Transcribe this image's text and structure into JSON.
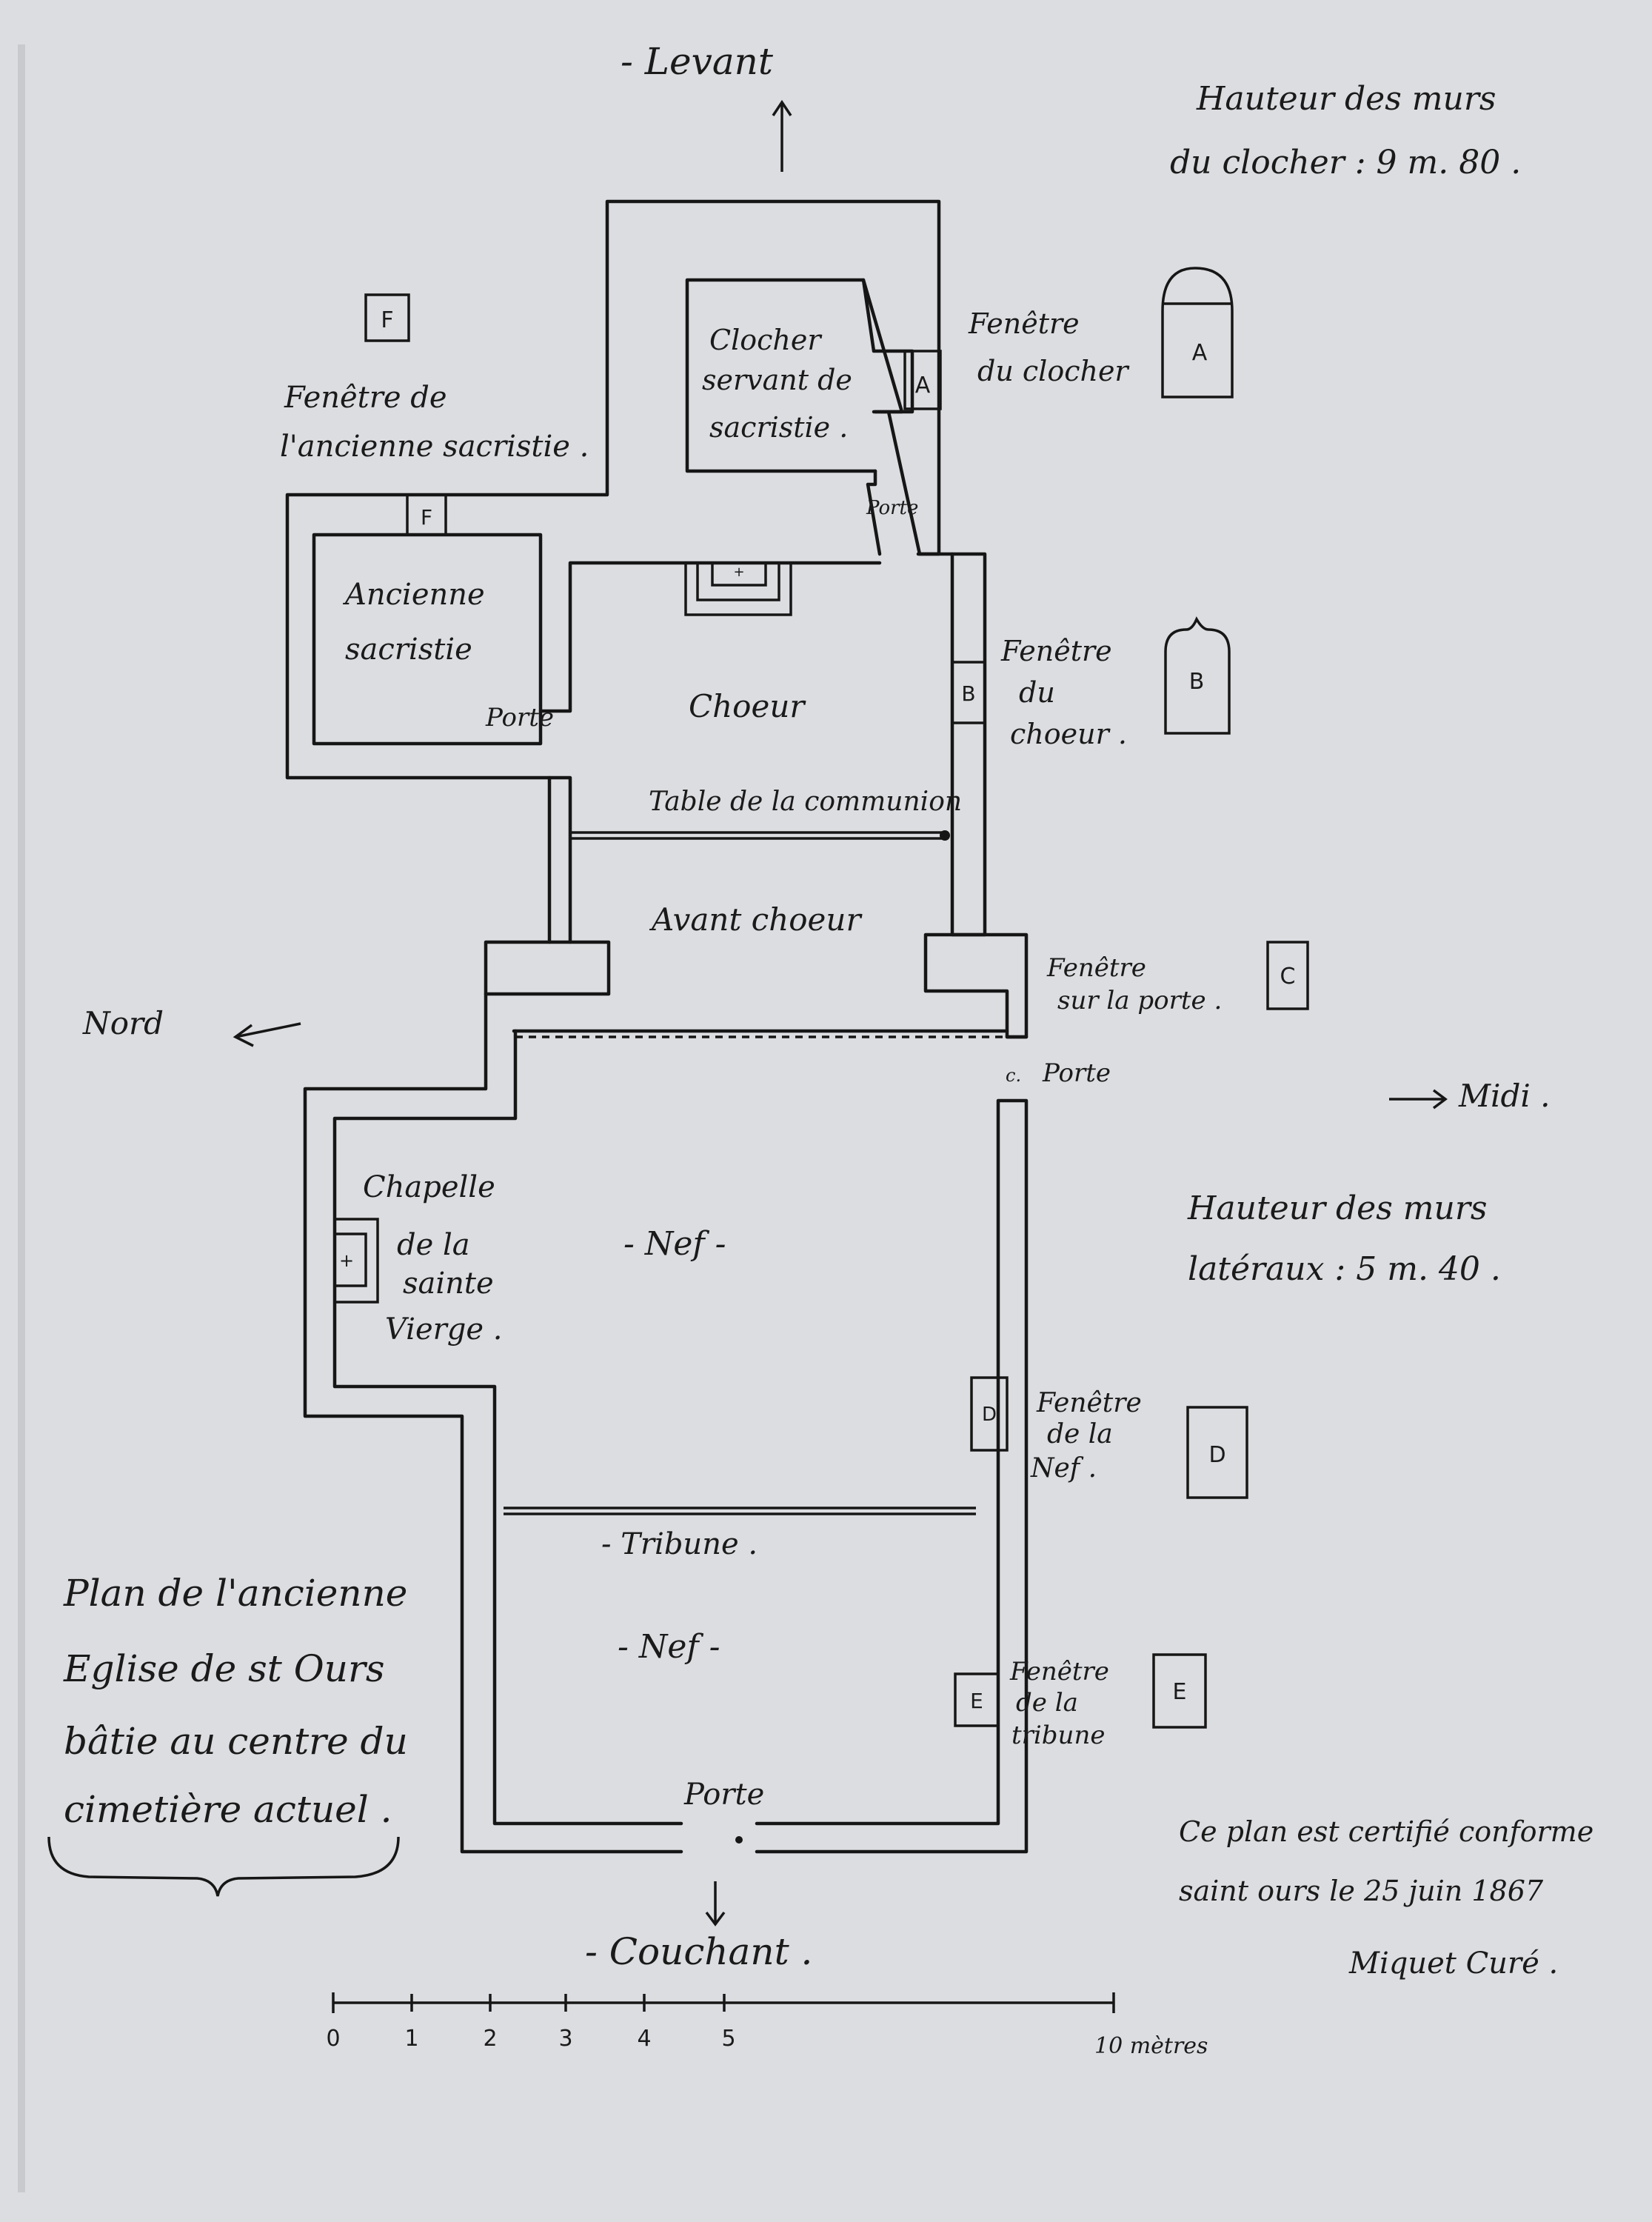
{
  "compass": {
    "east": "- Levant",
    "west": "- Couchant .",
    "north": "Nord",
    "south": "Midi ."
  },
  "notes": {
    "bell_tower_height_1": "Hauteur des murs",
    "bell_tower_height_2": "du clocher : 9 m. 80 .",
    "side_walls_height_1": "Hauteur des murs",
    "side_walls_height_2": "latéraux : 5 m. 40 .",
    "title_1": "Plan de l'ancienne",
    "title_2": "Eglise de st Ours",
    "title_3": "bâtie au centre du",
    "title_4": "cimetière actuel .",
    "cert_1": "Ce plan est certifié conforme",
    "cert_2": "saint ours le 25 juin 1867",
    "cert_3": "Miquet Curé ."
  },
  "rooms": {
    "clocher_1": "Clocher",
    "clocher_2": "servant de",
    "clocher_3": "sacristie .",
    "sacristie_1": "Ancienne",
    "sacristie_2": "sacristie",
    "choeur": "Choeur",
    "communion": "Table de la communion",
    "avant_choeur": "Avant choeur",
    "chapelle_1": "Chapelle",
    "chapelle_2": "de la",
    "chapelle_3": "sainte",
    "chapelle_4": "Vierge .",
    "nef_1": "- Nef -",
    "tribune": "- Tribune .",
    "nef_2": "- Nef -"
  },
  "doors": {
    "porte_clocher": "Porte",
    "porte_sacristie": "Porte",
    "porte_side": "Porte",
    "porte_main": "Porte",
    "c_small": "c."
  },
  "windows": {
    "a_label_1": "Fenêtre",
    "a_label_2": "du clocher",
    "a_mark": "A",
    "b_label_1": "Fenêtre",
    "b_label_2": "du",
    "b_label_3": "choeur .",
    "b_mark": "B",
    "c_label_1": "Fenêtre",
    "c_label_2": "sur la porte .",
    "c_mark": "C",
    "d_label_1": "Fenêtre",
    "d_label_2": "de la",
    "d_label_3": "Nef .",
    "d_mark": "D",
    "e_label_1": "Fenêtre",
    "e_label_2": "de la",
    "e_label_3": "tribune",
    "e_mark": "E",
    "f_label_1": "Fenêtre de",
    "f_label_2": "l'ancienne sacristie .",
    "f_mark": "F"
  },
  "scale": {
    "ticks": [
      "0",
      "1",
      "2",
      "3",
      "4",
      "5"
    ],
    "end_label": "10 mètres"
  }
}
